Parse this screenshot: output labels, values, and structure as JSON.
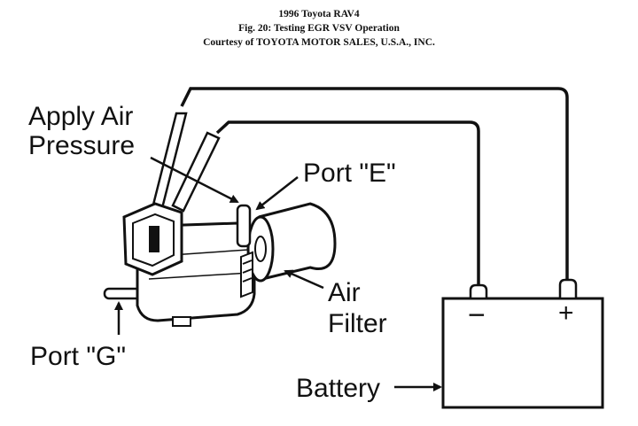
{
  "header": {
    "title": "1996 Toyota RAV4",
    "figure": "Fig. 20: Testing EGR VSV Operation",
    "courtesy": "Courtesy of TOYOTA MOTOR SALES, U.S.A., INC."
  },
  "labels": {
    "apply_air_line1": "Apply Air",
    "apply_air_line2": "Pressure",
    "port_e": "Port \"E\"",
    "air_line1": "Air",
    "air_line2": "Filter",
    "port_g": "Port \"G\"",
    "battery": "Battery",
    "minus": "−",
    "plus": "+"
  }
}
